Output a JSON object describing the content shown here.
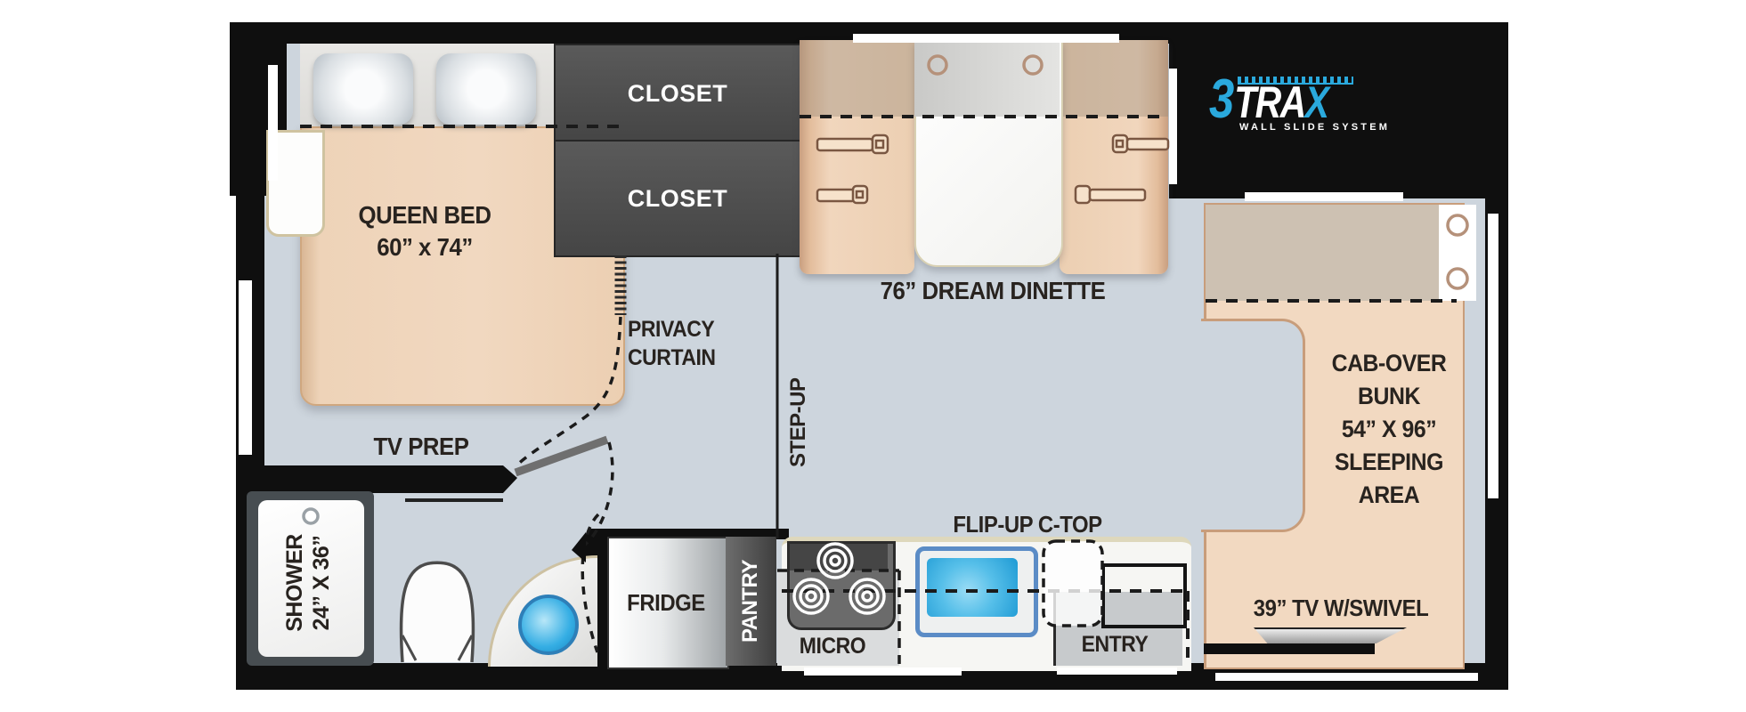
{
  "title": "Class C motorhome floor plan",
  "colors": {
    "wall": "#0f0f0f",
    "floor": "#cdd5dd",
    "upholstery_tan": "#f0d6bd",
    "muted_tan": "#cdc1b2",
    "cabinet_gray": "#4e4e4e",
    "sink_blue": "#35aee4",
    "logo_blue": "#2aa9dd",
    "text": "#28231f"
  },
  "bedroom": {
    "bed_line1": "QUEEN BED",
    "bed_line2": "60” x 74”",
    "closet_top": "CLOSET",
    "closet_bottom": "CLOSET",
    "privacy_line1": "PRIVACY",
    "privacy_line2": "CURTAIN",
    "tv_prep": "TV PREP"
  },
  "hall": {
    "step_up": "STEP-UP"
  },
  "dinette": {
    "label": "76” DREAM DINETTE"
  },
  "bathroom": {
    "shower_line1": "SHOWER",
    "shower_line2": "24” X 36”"
  },
  "kitchen": {
    "fridge": "FRIDGE",
    "pantry": "PANTRY",
    "micro": "MICRO",
    "flip_up": "FLIP-UP C-TOP",
    "entry": "ENTRY"
  },
  "cab": {
    "line1": "CAB-OVER",
    "line2": "BUNK",
    "line3": "54” X 96”",
    "line4": "SLEEPING",
    "line5": "AREA",
    "tv": "39” TV W/SWIVEL"
  },
  "logo": {
    "prefix": "3",
    "mid": "TRA",
    "suffix": "X",
    "tagline": "WALL SLIDE SYSTEM"
  }
}
